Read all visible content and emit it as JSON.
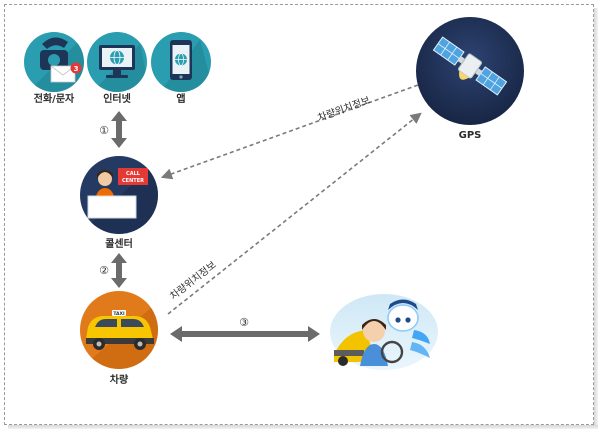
{
  "nodes": {
    "phone_sms": {
      "label": "전화/문자",
      "icon": "phone-envelope-icon",
      "color": "#2a9db0"
    },
    "internet": {
      "label": "인터넷",
      "icon": "monitor-globe-icon",
      "color": "#2a9db0"
    },
    "app": {
      "label": "앱",
      "icon": "smartphone-icon",
      "color": "#2a9db0"
    },
    "call_center": {
      "label": "콜센터",
      "icon": "call-center-operator-icon",
      "sign": "CALL CENTER",
      "color": "#253a63"
    },
    "vehicle": {
      "label": "차량",
      "icon": "taxi-icon",
      "sign": "TAXI",
      "color": "#e07a1b"
    },
    "gps": {
      "label": "GPS",
      "icon": "satellite-icon",
      "color": "#1f2f55"
    },
    "passenger": {
      "label": "",
      "icon": "passenger-in-taxi-illustration"
    }
  },
  "edges": {
    "step1": {
      "label": "①"
    },
    "step2": {
      "label": "②"
    },
    "step3": {
      "label": "③"
    },
    "gps_to_callcenter": {
      "label": "차량위치정보"
    },
    "vehicle_to_gps": {
      "label": "차량위치정보"
    }
  },
  "colors": {
    "arrow": "#6b6b6b",
    "dashed": "#7a7a7a",
    "teal": "#2a9db0",
    "navy": "#253a63",
    "orange": "#e07a1b"
  }
}
